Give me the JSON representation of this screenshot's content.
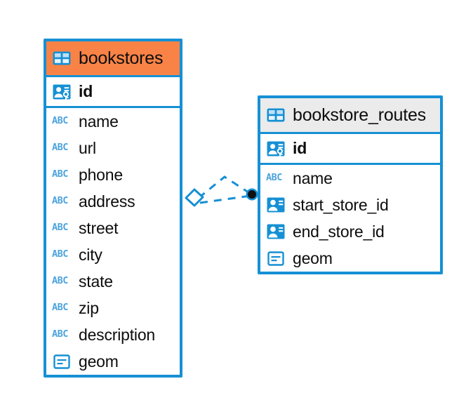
{
  "diagram": {
    "type": "entity-relationship-diagram",
    "background_color": "#ffffff",
    "accent_color": "#1690d4",
    "highlight_color": "#f98346",
    "header_color": "#ebebeb"
  },
  "entities": [
    {
      "name": "bookstores",
      "icon": "table-icon",
      "header_color": "#f98346",
      "selected": true,
      "primary_key": {
        "label": "id",
        "icon": "primary-key-icon"
      },
      "fields": [
        {
          "label": "name",
          "icon": "abc-icon",
          "icon_text": "ABC"
        },
        {
          "label": "url",
          "icon": "abc-icon",
          "icon_text": "ABC"
        },
        {
          "label": "phone",
          "icon": "abc-icon",
          "icon_text": "ABC"
        },
        {
          "label": "address",
          "icon": "abc-icon",
          "icon_text": "ABC"
        },
        {
          "label": "street",
          "icon": "abc-icon",
          "icon_text": "ABC"
        },
        {
          "label": "city",
          "icon": "abc-icon",
          "icon_text": "ABC"
        },
        {
          "label": "state",
          "icon": "abc-icon",
          "icon_text": "ABC"
        },
        {
          "label": "zip",
          "icon": "abc-icon",
          "icon_text": "ABC"
        },
        {
          "label": "description",
          "icon": "abc-icon",
          "icon_text": "ABC"
        },
        {
          "label": "geom",
          "icon": "geometry-icon"
        }
      ]
    },
    {
      "name": "bookstore_routes",
      "icon": "table-icon",
      "header_color": "#ebebeb",
      "selected": false,
      "primary_key": {
        "label": "id",
        "icon": "primary-key-icon"
      },
      "fields": [
        {
          "label": "name",
          "icon": "abc-icon",
          "icon_text": "ABC"
        },
        {
          "label": "start_store_id",
          "icon": "foreign-key-icon"
        },
        {
          "label": "end_store_id",
          "icon": "foreign-key-icon"
        },
        {
          "label": "geom",
          "icon": "geometry-icon"
        }
      ]
    }
  ],
  "relationship": {
    "style": "dashed",
    "color": "#1690d4",
    "source_endpoint": "diamond-endpoint",
    "target_endpoint": "filled-circle-endpoint"
  }
}
